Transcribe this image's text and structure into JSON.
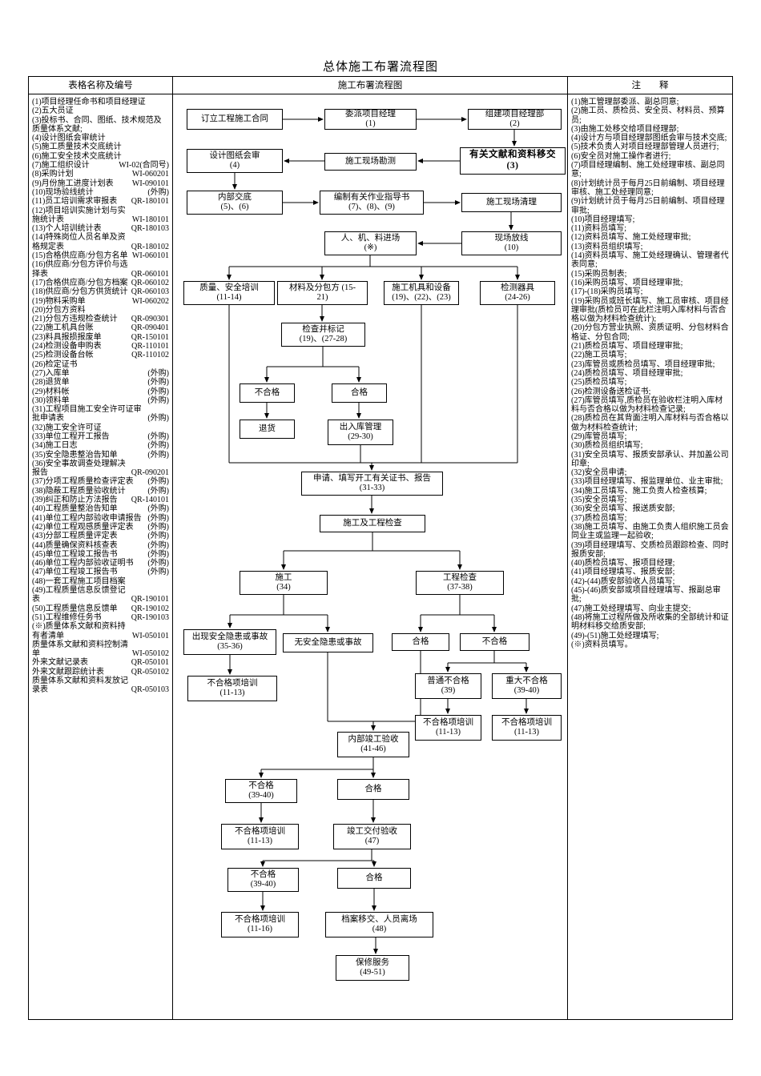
{
  "title": "总体施工布署流程图",
  "columns": {
    "left_header": "表格名称及编号",
    "middle_header": "施工布署流程图",
    "right_header": "注　　释"
  },
  "forms": [
    {
      "text": "(1)项目经理任命书和项目经理证",
      "code": ""
    },
    {
      "text": "(2)五大员证",
      "code": ""
    },
    {
      "text": "(3)投标书、合同、图纸、技术规范及质量体系文献;",
      "code": ""
    },
    {
      "text": "(4)设计图纸会审统计",
      "code": ""
    },
    {
      "text": "(5)施工质量技术交底统计",
      "code": ""
    },
    {
      "text": "(6)施工安全技术交底统计",
      "code": ""
    },
    {
      "text": "(7)施工组织设计",
      "code": "WI-02(合同号)"
    },
    {
      "text": "(8)采购计划",
      "code": "WI-060201"
    },
    {
      "text": "(9)月份施工进度计划表",
      "code": "WI-090101"
    },
    {
      "text": "(10)现场验线统计",
      "code": "(外购)"
    },
    {
      "text": "(11)员工培训需求审报表",
      "code": "QR-180101"
    },
    {
      "text": "(12)项目培训实施计划与实施统计表",
      "code": "WI-180101"
    },
    {
      "text": "(13)个人培训统计表",
      "code": "QR-180103"
    },
    {
      "text": "(14)特殊岗位人员名单及资格规定表",
      "code": "QR-180102"
    },
    {
      "text": "(15)合格供应商/分包方名单",
      "code": "WI-060101"
    },
    {
      "text": "(16)供应商/分包方评价与选择表",
      "code": "QR-060101"
    },
    {
      "text": "(17)合格供应商/分包方档案",
      "code": "QR-060102"
    },
    {
      "text": "(18)供应商/分包方供货统计",
      "code": "QR-060103"
    },
    {
      "text": "(19)物料采购单",
      "code": "WI-060202"
    },
    {
      "text": "(20)分包方资料",
      "code": ""
    },
    {
      "text": "(21)分包方违规检查统计",
      "code": "QR-090301"
    },
    {
      "text": "(22)施工机具台账",
      "code": "QR-090401"
    },
    {
      "text": "(23)料具报损报废单",
      "code": "QR-150101"
    },
    {
      "text": "(24)检测设备申购表",
      "code": "QR-110101"
    },
    {
      "text": "(25)检测设备台帐",
      "code": "QR-110102"
    },
    {
      "text": "(26)检定证书",
      "code": ""
    },
    {
      "text": "(27)入库单",
      "code": "(外购)"
    },
    {
      "text": "(28)退货单",
      "code": "(外购)"
    },
    {
      "text": "(29)材料帐",
      "code": "(外购)"
    },
    {
      "text": "(30)领料单",
      "code": "(外购)"
    },
    {
      "text": "(31)工程项目施工安全许可证审批申请表",
      "code": "(外购)"
    },
    {
      "text": "(32)施工安全许可证",
      "code": ""
    },
    {
      "text": "(33)单位工程开工报告",
      "code": "(外购)"
    },
    {
      "text": "(34)施工日志",
      "code": "(外购)"
    },
    {
      "text": "(35)安全隐患整治告知单",
      "code": "(外购)"
    },
    {
      "text": "(36)安全事故调查处理解决报告",
      "code": "QR-090201"
    },
    {
      "text": "(37)分项工程质量检查评定表",
      "code": "(外购)"
    },
    {
      "text": "(38)隐蔽工程质量验收统计",
      "code": "(外购)"
    },
    {
      "text": "(39)纠正和防止方法报告",
      "code": "QR-140101"
    },
    {
      "text": "(40)工程质量整治告知单",
      "code": "(外购)"
    },
    {
      "text": "(41)单位工程内部验收申请报告",
      "code": "(外购)"
    },
    {
      "text": "(42)单位工程观感质量评定表",
      "code": "(外购)"
    },
    {
      "text": "(43)分部工程质量评定表",
      "code": "(外购)"
    },
    {
      "text": "(44)质量确保资料核查表",
      "code": "(外购)"
    },
    {
      "text": "(45)单位工程竣工报告书",
      "code": "(外购)"
    },
    {
      "text": "(46)单位工程内部验收证明书",
      "code": "(外购)"
    },
    {
      "text": "(47)单位工程竣工报告书",
      "code": "(外购)"
    },
    {
      "text": "(48)一套工程施工项目档案",
      "code": ""
    },
    {
      "text": "(49)工程质量信息反馈登记表",
      "code": "QR-190101"
    },
    {
      "text": "(50)工程质量信息反馈单",
      "code": "QR-190102"
    },
    {
      "text": "(51)工程维修任务书",
      "code": "QR-190103"
    },
    {
      "text": "(※)质量体系文献和资料持有者清单",
      "code": "WI-050101"
    },
    {
      "text": "质量体系文献和资料控制清单",
      "code": "WI-050102"
    },
    {
      "text": "外来文献记录表",
      "code": "QR-050101"
    },
    {
      "text": "外来文献跟踪统计表",
      "code": "QR-050102"
    },
    {
      "text": "质量体系文献和资料发放记录表",
      "code": "QR-050103"
    }
  ],
  "notes": [
    "(1)施工管理部委派、副总同意;",
    "(2)施工员、质检员、安全员、材料员、预算员;",
    "(3)由施工处移交给项目经理部;",
    "(4)设计方与项目经理部图纸会审与技术交底;",
    "(5)技术负责人对项目经理部管理人员进行;",
    "(6)安全员对施工操作者进行;",
    "(7)项目经理编制、施工处经理审核、副总同意;",
    "(8)计划统计员于每月25日前编制、项目经理审核、施工处经理同意;",
    "(9)计划统计员于每月25日前编制、项目经理审批;",
    "(10)项目经理填写;",
    "(11)资料员填写;",
    "(12)资料员填写、施工处经理审批;",
    "(13)资料员组织填写;",
    "(14)资料员填写、施工处经理确认、管理者代表同意;",
    "(15)采购员制表;",
    "(16)采购员填写、项目经理审批;",
    "(17)-(18)采购员填写;",
    "(19)采购员或班长填写、施工员审核、项目经理审批(质检员可在此栏注明入库材料与否合格以做为材料检查统计);",
    "(20)分包方营业执照、资质证明、分包材料合格证、分包合同;",
    "(21)质检员填写、项目经理审批;",
    "(22)施工员填写;",
    "(23)库管员或质检员填写、项目经理审批;",
    "(24)质检员填写、项目经理审批;",
    "(25)质检员填写;",
    "(26)检测设备送检证书;",
    "(27)库管员填写,质检员在验收栏注明入库材料与否合格以做为材料检查记录;",
    "(28)质检员在其背面注明入库材料与否合格以做为材料检查统计;",
    "(29)库管员填写;",
    "(30)质检员组织填写;",
    "(31)安全员填写、报质安部承认、并加盖公司印章;",
    "(32)安全员申请;",
    "(33)项目经理填写、报监理单位、业主审批;",
    "(34)施工员填写、施工负责人检查核算;",
    "(35)安全员填写;",
    "(36)安全员填写、报送质安部;",
    "(37)质检员填写;",
    "(38)施工员填写、由施工负责人组织施工员会同业主或监理一起验收;",
    "(39)项目经理填写、交质检员跟踪检查、同时报质安部;",
    "(40)质检员填写、报项目经理;",
    "(41)项目经理填写、报质安部;",
    "(42)-(44)质安部验收人员填写;",
    "(45)-(46)质安部或项目经理填写、报副总审批;",
    "(47)施工处经理填写、向业主提交;",
    "(48)将施工过程所做及所收集的全部统计和证明材料移交给质安部;",
    "(49)-(51)施工处经理填写;",
    "(※)资料员填写。"
  ],
  "flow": {
    "nodes": [
      {
        "label": "订立工程施工合同"
      },
      {
        "label": "委派项目经理\n(1)"
      },
      {
        "label": "组建项目经理部\n(2)"
      },
      {
        "label": "设计图纸会审\n(4)"
      },
      {
        "label": "施工现场勘测"
      },
      {
        "label": "有关文献和资料移交\n(3)"
      },
      {
        "label": "内部交底\n(5)、(6)"
      },
      {
        "label": "编制有关作业指导书\n(7)、(8)、(9)"
      },
      {
        "label": "施工现场清理"
      },
      {
        "label": "人、机、料进场\n(※)"
      },
      {
        "label": "现场放线\n(10)"
      },
      {
        "label": "质量、安全培训\n(11-14)"
      },
      {
        "label": "材料及分包方 (15-\n21)"
      },
      {
        "label": "施工机具和设备\n(19)、(22)、(23)"
      },
      {
        "label": "检测器具\n(24-26)"
      },
      {
        "label": "检查并标记\n(19)、(27-28)"
      },
      {
        "label": "不合格"
      },
      {
        "label": "合格"
      },
      {
        "label": "退货"
      },
      {
        "label": "出入库管理\n(29-30)"
      },
      {
        "label": "申请、填写开工有关证书、报告\n(31-33)"
      },
      {
        "label": "施工及工程检查"
      },
      {
        "label": "施工\n(34)"
      },
      {
        "label": "工程检查\n(37-38)"
      },
      {
        "label": "出现安全隐患或事故\n(35-36)"
      },
      {
        "label": "无安全隐患或事故"
      },
      {
        "label": "合格"
      },
      {
        "label": "不合格"
      },
      {
        "label": "不合格项培训\n(11-13)"
      },
      {
        "label": "普通不合格\n(39)"
      },
      {
        "label": "重大不合格\n(39-40)"
      },
      {
        "label": "不合格项培训\n(11-13)"
      },
      {
        "label": "不合格项培训\n(11-13)"
      },
      {
        "label": "内部竣工验收\n(41-46)"
      },
      {
        "label": "不合格\n(39-40)"
      },
      {
        "label": "合格"
      },
      {
        "label": "不合格项培训\n(11-13)"
      },
      {
        "label": "竣工交付验收\n(47)"
      },
      {
        "label": "不合格\n(39-40)"
      },
      {
        "label": "合格"
      },
      {
        "label": "不合格项培训\n(11-16)"
      },
      {
        "label": "档案移交、人员离场\n(48)"
      },
      {
        "label": "保修服务\n(49-51)"
      }
    ]
  }
}
